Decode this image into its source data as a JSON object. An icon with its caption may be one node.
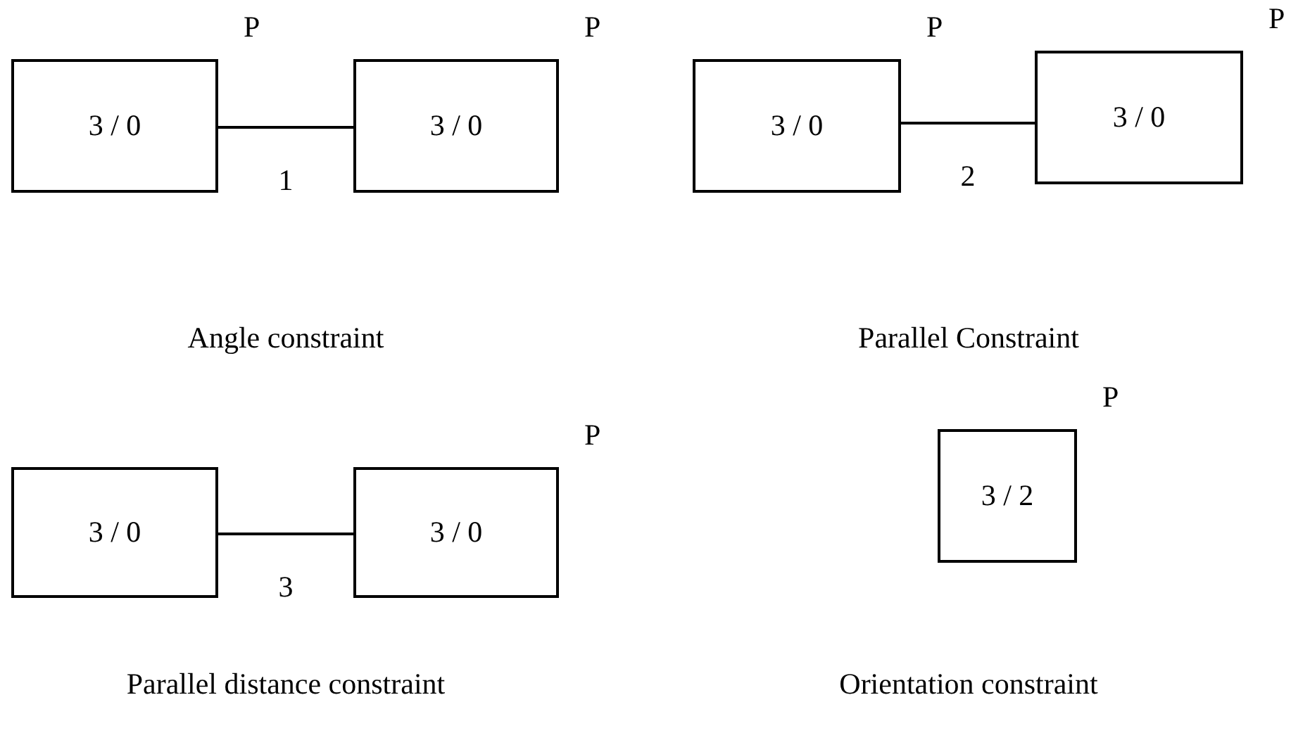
{
  "diagram": {
    "nodes": [
      {
        "text": [
          "3 / 0"
        ],
        "beside": [
          "P"
        ]
      },
      {
        "text": [
          "3 / 0"
        ],
        "beside": [
          "P"
        ]
      },
      {
        "text": [
          "3 / 0"
        ],
        "beside": [
          "P"
        ]
      },
      {
        "text": [
          "3 / 0"
        ],
        "beside": [
          "P"
        ]
      },
      {
        "text": [
          "3 / 0"
        ]
      },
      {
        "text": [
          "3 / 0"
        ],
        "beside": [
          "P"
        ]
      },
      {
        "text": [
          "3 / 2"
        ],
        "beside": [
          "P"
        ]
      }
    ],
    "edges": [
      {
        "from": 0,
        "to": 1,
        "arrow": "none",
        "label": "1"
      },
      {
        "from": 2,
        "to": 3,
        "arrow": "none",
        "label": "2"
      },
      {
        "from": 4,
        "to": 5,
        "arrow": "none",
        "label": "3"
      }
    ],
    "labels": [
      "Angle constraint",
      "Parallel Constraint",
      "Parallel distance constraint",
      "Orientation constraint"
    ]
  }
}
